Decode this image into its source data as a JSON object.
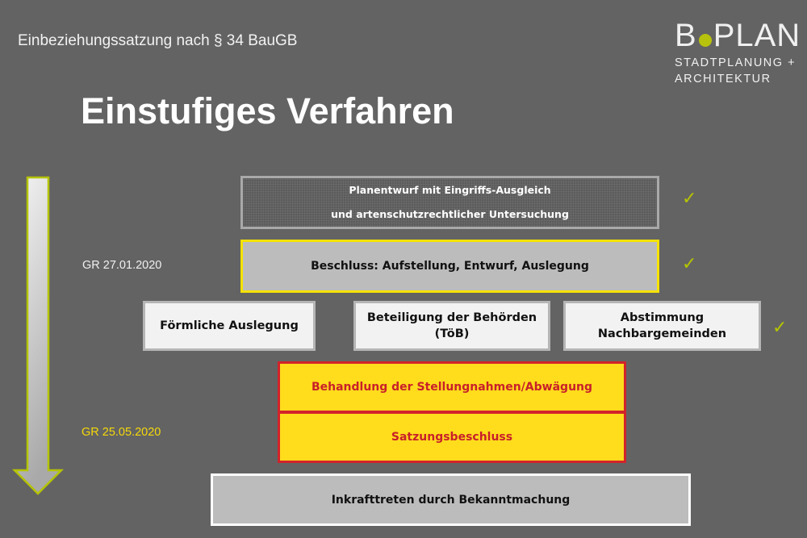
{
  "header": {
    "subtitle": "Einbeziehungssatzung nach § 34 BauGB",
    "title": "Einstufiges Verfahren"
  },
  "logo": {
    "text_left": "B",
    "text_right": "PLAN",
    "line1": "STADTPLANUNG +",
    "line2": "ARCHITEKTUR",
    "dot_color": "#b7c20c"
  },
  "timeline": {
    "date1": "GR 27.01.2020",
    "date2": "GR 25.05.2020"
  },
  "steps": {
    "planentwurf_line1": "Planentwurf mit Eingriffs-Ausgleich",
    "planentwurf_line2": "und artenschutzrechtlicher Untersuchung",
    "beschluss": "Beschluss: Aufstellung, Entwurf, Auslegung",
    "auslegung": "Förmliche Auslegung",
    "beteiligung_line1": "Beteiligung der Behörden",
    "beteiligung_line2": "(TöB)",
    "abstimmung_line1": "Abstimmung",
    "abstimmung_line2": "Nachbargemeinden",
    "behandlung": "Behandlung der Stellungnahmen/Abwägung",
    "satzungsbeschluss": "Satzungsbeschluss",
    "inkrafttreten": "Inkrafttreten durch Bekanntmachung"
  },
  "checks": {
    "mark": "✓",
    "color": "#b5c400"
  }
}
